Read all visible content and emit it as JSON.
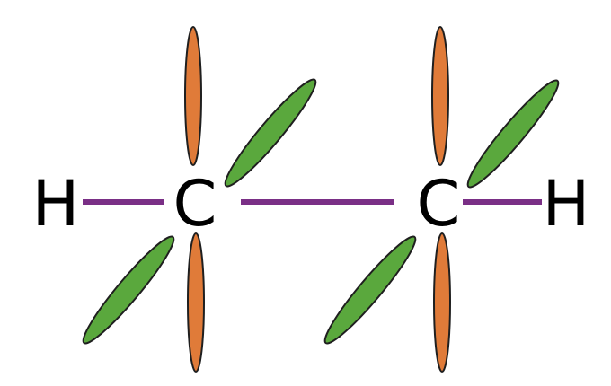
{
  "atoms": [
    {
      "id": "h-left",
      "symbol": "H"
    },
    {
      "id": "c-left",
      "symbol": "C"
    },
    {
      "id": "c-right",
      "symbol": "C"
    },
    {
      "id": "h-right",
      "symbol": "H"
    }
  ],
  "colors": {
    "sigma_bond": "#7a2f86",
    "p_orbital": "#e07b39",
    "hybrid_orbital": "#5aa83d",
    "outline": "#1f1f1f",
    "text": "#000000"
  },
  "bonds": [
    {
      "from": "h-left",
      "to": "c-left"
    },
    {
      "from": "c-left",
      "to": "c-right"
    },
    {
      "from": "c-right",
      "to": "h-right"
    }
  ],
  "orbitals": [
    {
      "atom": "c-left",
      "kind": "p",
      "direction": "up"
    },
    {
      "atom": "c-left",
      "kind": "p",
      "direction": "down"
    },
    {
      "atom": "c-left",
      "kind": "sp",
      "direction": "up-right"
    },
    {
      "atom": "c-left",
      "kind": "sp",
      "direction": "down-left"
    },
    {
      "atom": "c-right",
      "kind": "p",
      "direction": "up"
    },
    {
      "atom": "c-right",
      "kind": "p",
      "direction": "down"
    },
    {
      "atom": "c-right",
      "kind": "sp",
      "direction": "up-right"
    },
    {
      "atom": "c-right",
      "kind": "sp",
      "direction": "down-left"
    }
  ]
}
